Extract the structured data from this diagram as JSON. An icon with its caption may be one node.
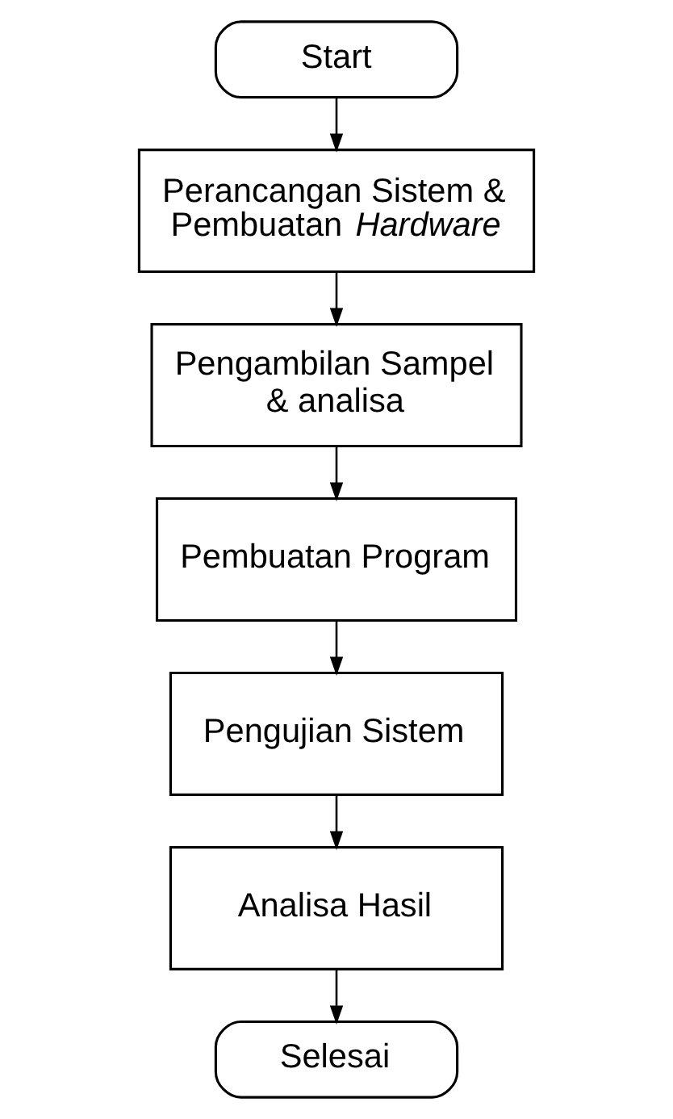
{
  "diagram": {
    "nodes": [
      {
        "text": [
          "Start"
        ]
      },
      {
        "text": [
          "Perancangan Sistem & Pembuatan *Hardware*"
        ]
      },
      {
        "text": [
          "Pengambilan Sampel & analisa"
        ]
      },
      {
        "text": [
          "Pembuatan Program"
        ]
      },
      {
        "text": [
          "Pengujian Sistem"
        ]
      },
      {
        "text": [
          "Analisa Hasil"
        ]
      },
      {
        "text": [
          "Selesai"
        ]
      }
    ],
    "edges": [
      {
        "from": 0,
        "to": 1,
        "arrow": "to"
      },
      {
        "from": 1,
        "to": 2,
        "arrow": "to"
      },
      {
        "from": 2,
        "to": 3,
        "arrow": "to"
      },
      {
        "from": 3,
        "to": 4,
        "arrow": "to"
      },
      {
        "from": 4,
        "to": 5,
        "arrow": "to"
      },
      {
        "from": 5,
        "to": 6,
        "arrow": "to"
      }
    ]
  }
}
